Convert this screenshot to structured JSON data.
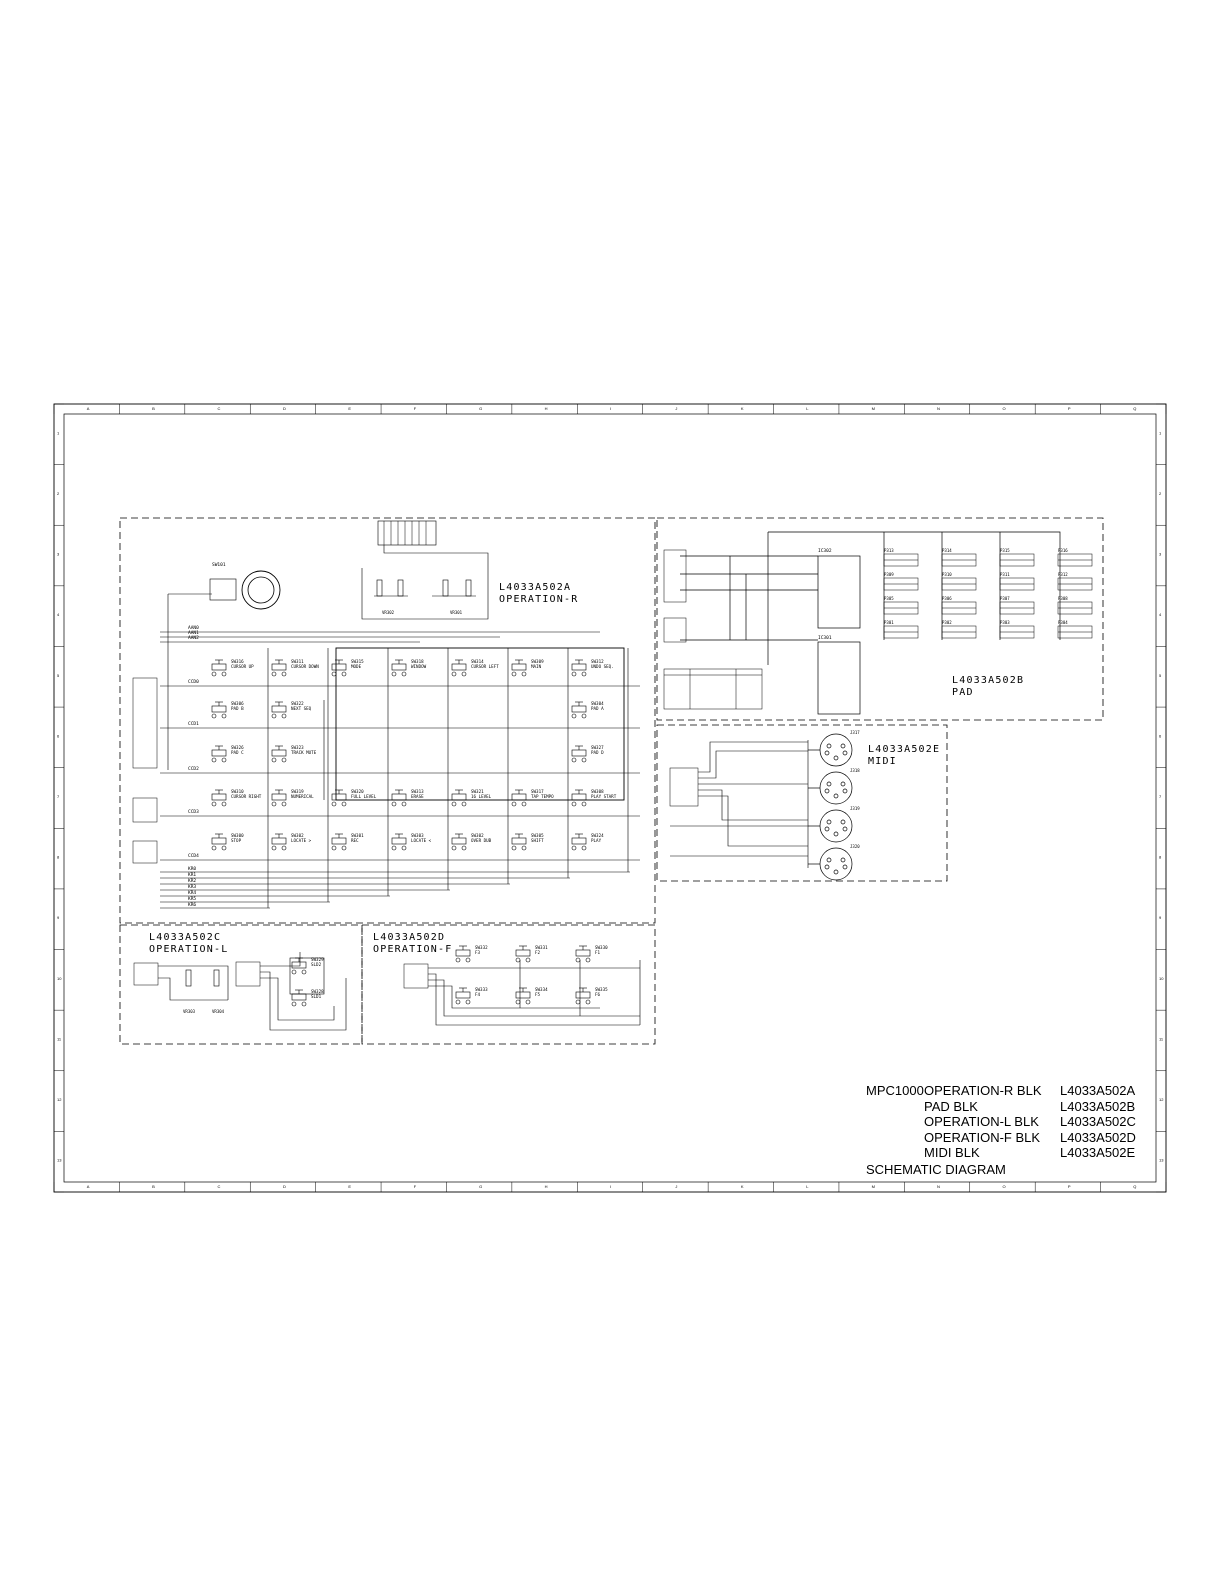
{
  "blocks": {
    "operation_r": {
      "code": "L4033A502A",
      "name": "OPERATION-R"
    },
    "pad": {
      "code": "L4033A502B",
      "name": "PAD"
    },
    "midi": {
      "code": "L4033A502E",
      "name": "MIDI"
    },
    "operation_l": {
      "code": "L4033A502C",
      "name": "OPERATION-L"
    },
    "operation_f": {
      "code": "L4033A502D",
      "name": "OPERATION-F"
    }
  },
  "title_block": {
    "model": "MPC1000",
    "rows": [
      {
        "name": "OPERATION-R BLK",
        "code": "L4033A502A"
      },
      {
        "name": "PAD BLK",
        "code": "L4033A502B"
      },
      {
        "name": "OPERATION-L BLK",
        "code": "L4033A502C"
      },
      {
        "name": "OPERATION-F BLK",
        "code": "L4033A502D"
      },
      {
        "name": "MIDI BLK",
        "code": "L4033A502E"
      }
    ],
    "footer": "SCHEMATIC DIAGRAM"
  },
  "grid_letters": [
    "A",
    "B",
    "C",
    "D",
    "E",
    "F",
    "G",
    "H",
    "I",
    "J",
    "K",
    "L",
    "M",
    "N",
    "O",
    "P",
    "Q"
  ],
  "grid_numbers": [
    "1",
    "2",
    "3",
    "4",
    "5",
    "6",
    "7",
    "8",
    "9",
    "10",
    "11",
    "12",
    "13"
  ],
  "encoder_label": "SW101",
  "pots": [
    "VR302",
    "VR301",
    "VR303",
    "VR304"
  ],
  "buttons_r": [
    {
      "ref": "SW316",
      "label": "CURSOR UP"
    },
    {
      "ref": "SW311",
      "label": "CURSOR DOWN"
    },
    {
      "ref": "SW315",
      "label": "MODE"
    },
    {
      "ref": "SW318",
      "label": "WINDOW"
    },
    {
      "ref": "SW314",
      "label": "CURSOR LEFT"
    },
    {
      "ref": "SW309",
      "label": "MAIN"
    },
    {
      "ref": "SW312",
      "label": "UNDO SEQ."
    },
    {
      "ref": "SW306",
      "label": "PAD B"
    },
    {
      "ref": "SW322",
      "label": "NEXT SEQ"
    },
    {
      "ref": "SW304",
      "label": "PAD A"
    },
    {
      "ref": "SW326",
      "label": "PAD C"
    },
    {
      "ref": "SW323",
      "label": "TRACK MUTE"
    },
    {
      "ref": "SW327",
      "label": "PAD D"
    },
    {
      "ref": "SW310",
      "label": "CURSOR RIGHT"
    },
    {
      "ref": "SW319",
      "label": "NUMERICAL"
    },
    {
      "ref": "SW320",
      "label": "FULL LEVEL"
    },
    {
      "ref": "SW313",
      "label": "ERASE"
    },
    {
      "ref": "SW321",
      "label": "16 LEVEL"
    },
    {
      "ref": "SW317",
      "label": "TAP TEMPO"
    },
    {
      "ref": "SW308",
      "label": "PLAY START"
    },
    {
      "ref": "SW300",
      "label": "STOP"
    },
    {
      "ref": "SW302",
      "label": "LOCATE >"
    },
    {
      "ref": "SW301",
      "label": "REC"
    },
    {
      "ref": "SW303",
      "label": "LOCATE <"
    },
    {
      "ref": "SW302",
      "label": "OVER DUB"
    },
    {
      "ref": "SW305",
      "label": "SHIFT"
    },
    {
      "ref": "SW324",
      "label": "PLAY"
    }
  ],
  "buttons_f": [
    {
      "ref": "SW332",
      "label": "F3"
    },
    {
      "ref": "SW331",
      "label": "F2"
    },
    {
      "ref": "SW330",
      "label": "F1"
    },
    {
      "ref": "SW333",
      "label": "F4"
    },
    {
      "ref": "SW334",
      "label": "F5"
    },
    {
      "ref": "SW335",
      "label": "F6"
    }
  ],
  "buttons_l": [
    {
      "ref": "SW329",
      "label": "SLD2"
    },
    {
      "ref": "SW328",
      "label": "SLD1"
    }
  ],
  "pads": [
    "P313",
    "P314",
    "P315",
    "P316",
    "P309",
    "P310",
    "P311",
    "P312",
    "P305",
    "P306",
    "P307",
    "P308",
    "P301",
    "P302",
    "P303",
    "P304"
  ],
  "midi_jacks": [
    "J317",
    "J318",
    "J319",
    "J320"
  ],
  "ics": [
    "IC302",
    "IC301"
  ],
  "nets": [
    "CCD0",
    "CCD1",
    "CCD2",
    "CCD3",
    "CCD4",
    "KR0",
    "KR1",
    "KR2",
    "KR3",
    "KR4",
    "KR5",
    "KR6",
    "AAN0",
    "AAN1",
    "AAN2"
  ]
}
